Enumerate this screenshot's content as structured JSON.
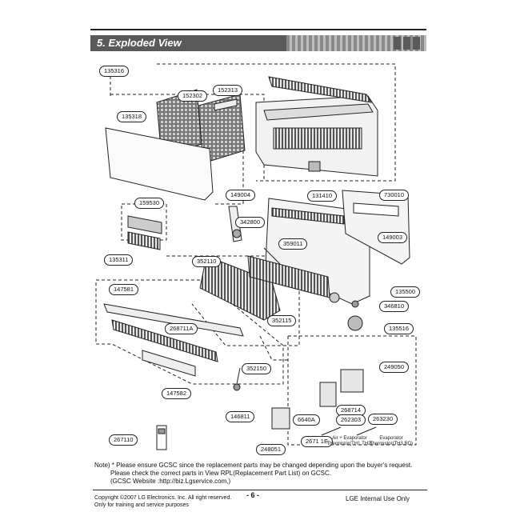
{
  "header": {
    "title": "5. Exploded View"
  },
  "parts": [
    {
      "id": "p1",
      "code": "135316"
    },
    {
      "id": "p2",
      "code": "152302"
    },
    {
      "id": "p3",
      "code": "152313"
    },
    {
      "id": "p4",
      "code": "135318"
    },
    {
      "id": "p5",
      "code": "149004"
    },
    {
      "id": "p6",
      "code": "131410"
    },
    {
      "id": "p7",
      "code": "730010"
    },
    {
      "id": "p8",
      "code": "159530"
    },
    {
      "id": "p9",
      "code": "342800"
    },
    {
      "id": "p10",
      "code": "149003"
    },
    {
      "id": "p11",
      "code": "359011"
    },
    {
      "id": "p12",
      "code": "135311"
    },
    {
      "id": "p13",
      "code": "352110"
    },
    {
      "id": "p14",
      "code": "135500"
    },
    {
      "id": "p15",
      "code": "147581"
    },
    {
      "id": "p16",
      "code": "346810"
    },
    {
      "id": "p17",
      "code": "268711A"
    },
    {
      "id": "p18",
      "code": "352115"
    },
    {
      "id": "p19",
      "code": "135516"
    },
    {
      "id": "p20",
      "code": "352150"
    },
    {
      "id": "p21",
      "code": "249050"
    },
    {
      "id": "p22",
      "code": "147582"
    },
    {
      "id": "p23",
      "code": "146811"
    },
    {
      "id": "p24",
      "code": "268714"
    },
    {
      "id": "p25",
      "code": "6640A"
    },
    {
      "id": "p26",
      "code": "262303"
    },
    {
      "id": "p27",
      "code": "263230"
    },
    {
      "id": "p28",
      "code": "267110"
    },
    {
      "id": "p29",
      "code": "2671 1E"
    },
    {
      "id": "p30",
      "code": "248051"
    }
  ],
  "captions": {
    "air_thermistor": [
      "Air + Evaporator",
      "Thermistor(TH1,TH2)"
    ],
    "evap_thermistor": [
      "Evaporator",
      "Thermistor(TH3,RD)"
    ]
  },
  "note": {
    "line1": "Note) * Please ensure GCSC since the replacement parts may be changed depending upon the buyer's request.",
    "line2": "Please check the correct parts in View RPL(Replacement Part List) on GCSC.",
    "line3": "(GCSC Website :http://biz.Lgservice.com,)"
  },
  "footer": {
    "copyright": "Copyright ©2007 LG Electronics. Inc. All right reserved.",
    "training": "Only for training and service purposes",
    "page": "- 6 -",
    "internal": "LGE Internal Use Only"
  }
}
